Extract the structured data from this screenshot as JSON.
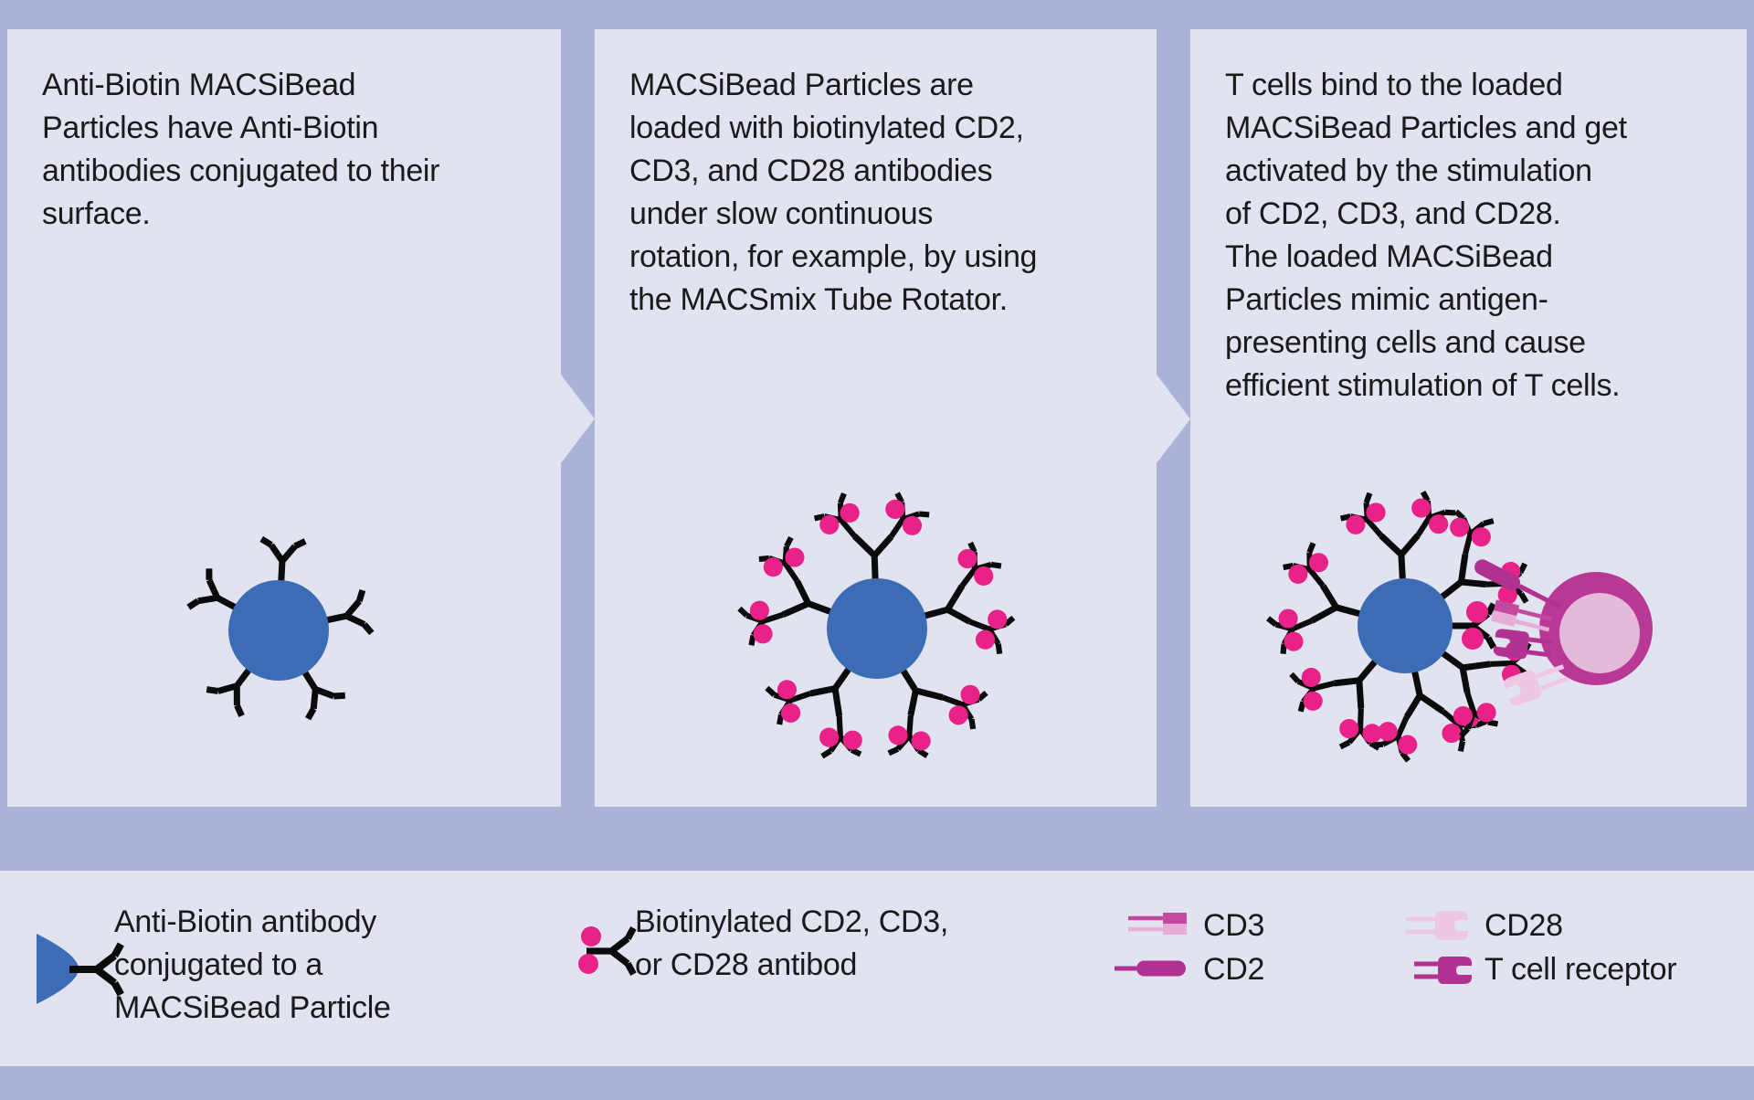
{
  "panels": [
    {
      "name": "step-1",
      "lines": [
        "Anti-Biotin MACSiBead",
        "Particles have Anti-Biotin",
        "antibodies conjugated to their",
        "surface."
      ]
    },
    {
      "name": "step-2",
      "lines": [
        "MACSiBead Particles are",
        "loaded with biotinylated CD2,",
        "CD3, and CD28 antibodies",
        "under slow continuous",
        "rotation, for example, by using",
        "the MACSmix Tube Rotator."
      ]
    },
    {
      "name": "step-3",
      "lines": [
        "T cells bind to the loaded",
        "MACSiBead Particles and get",
        "activated by the stimulation",
        "of CD2, CD3, and CD28.",
        "The loaded MACSiBead",
        "Particles mimic antigen-",
        "presenting cells and cause",
        "efficient stimulation of T cells."
      ]
    }
  ],
  "legend": {
    "bead_item": {
      "icon": "macsibead-with-antibody-icon",
      "lines": [
        "Anti-Biotin antibody",
        "conjugated to a",
        "MACSiBead Particle"
      ]
    },
    "biotin_item": {
      "icon": "biotinylated-antibody-icon",
      "lines": [
        "Biotinylated CD2, CD3,",
        "or CD28 antibod"
      ]
    },
    "cd3": {
      "icon": "cd3-receptor-icon",
      "label": "CD3"
    },
    "cd2": {
      "icon": "cd2-receptor-icon",
      "label": "CD2"
    },
    "cd28": {
      "icon": "cd28-receptor-icon",
      "label": "CD28"
    },
    "tcr": {
      "icon": "t-cell-receptor-icon",
      "label": "T cell receptor"
    }
  },
  "colors": {
    "background": "#abb2d7",
    "panel": "#e2e3f0",
    "text": "#1a1a1a",
    "bead": "#3c6cb5",
    "antibody": "#0b0b0b",
    "biotin": "#e82289",
    "tcell_outer": "#b93795",
    "tcell_inner": "#e3bada",
    "cd2": "#b03190",
    "cd3_dark": "#c4489f",
    "cd3_light": "#e6aed6",
    "cd28": "#eec7e2",
    "tcr": "#b23292"
  }
}
